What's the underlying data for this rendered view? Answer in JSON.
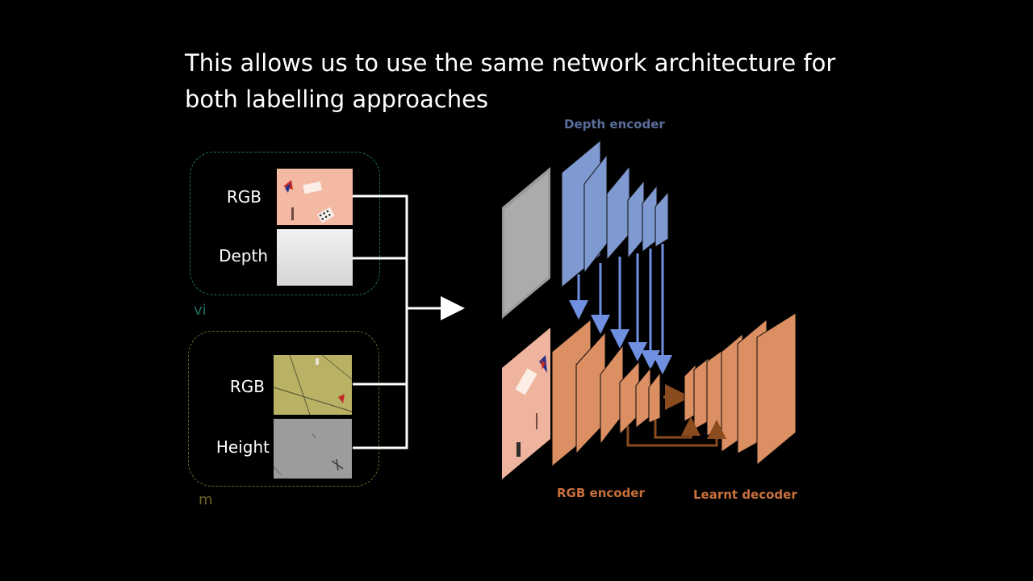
{
  "slide": {
    "title_line1": "This allows us to use the same network architecture for",
    "title_line2": "both labelling approaches"
  },
  "inputs": {
    "view_group": {
      "rgb_label": "RGB",
      "depth_label": "Depth",
      "caption_fragment": "vi"
    },
    "map_group": {
      "rgb_label": "RGB",
      "height_label": "Height",
      "caption_fragment": "m"
    }
  },
  "network": {
    "depth_encoder_label": "Depth encoder",
    "rgb_encoder_label": "RGB encoder",
    "decoder_label": "Learnt decoder"
  },
  "colors": {
    "depth_encoder": "#7f9ad0",
    "rgb_encoder": "#dc8f62",
    "skip_arrows_blue": "#6f8fe0",
    "skip_arrows_brown": "#8a4b1e",
    "depth_label_color": "#5a6d9a",
    "rgb_label_color": "#c8703c",
    "view_box_border": "#1f6e60",
    "map_box_border": "#6e6328"
  }
}
